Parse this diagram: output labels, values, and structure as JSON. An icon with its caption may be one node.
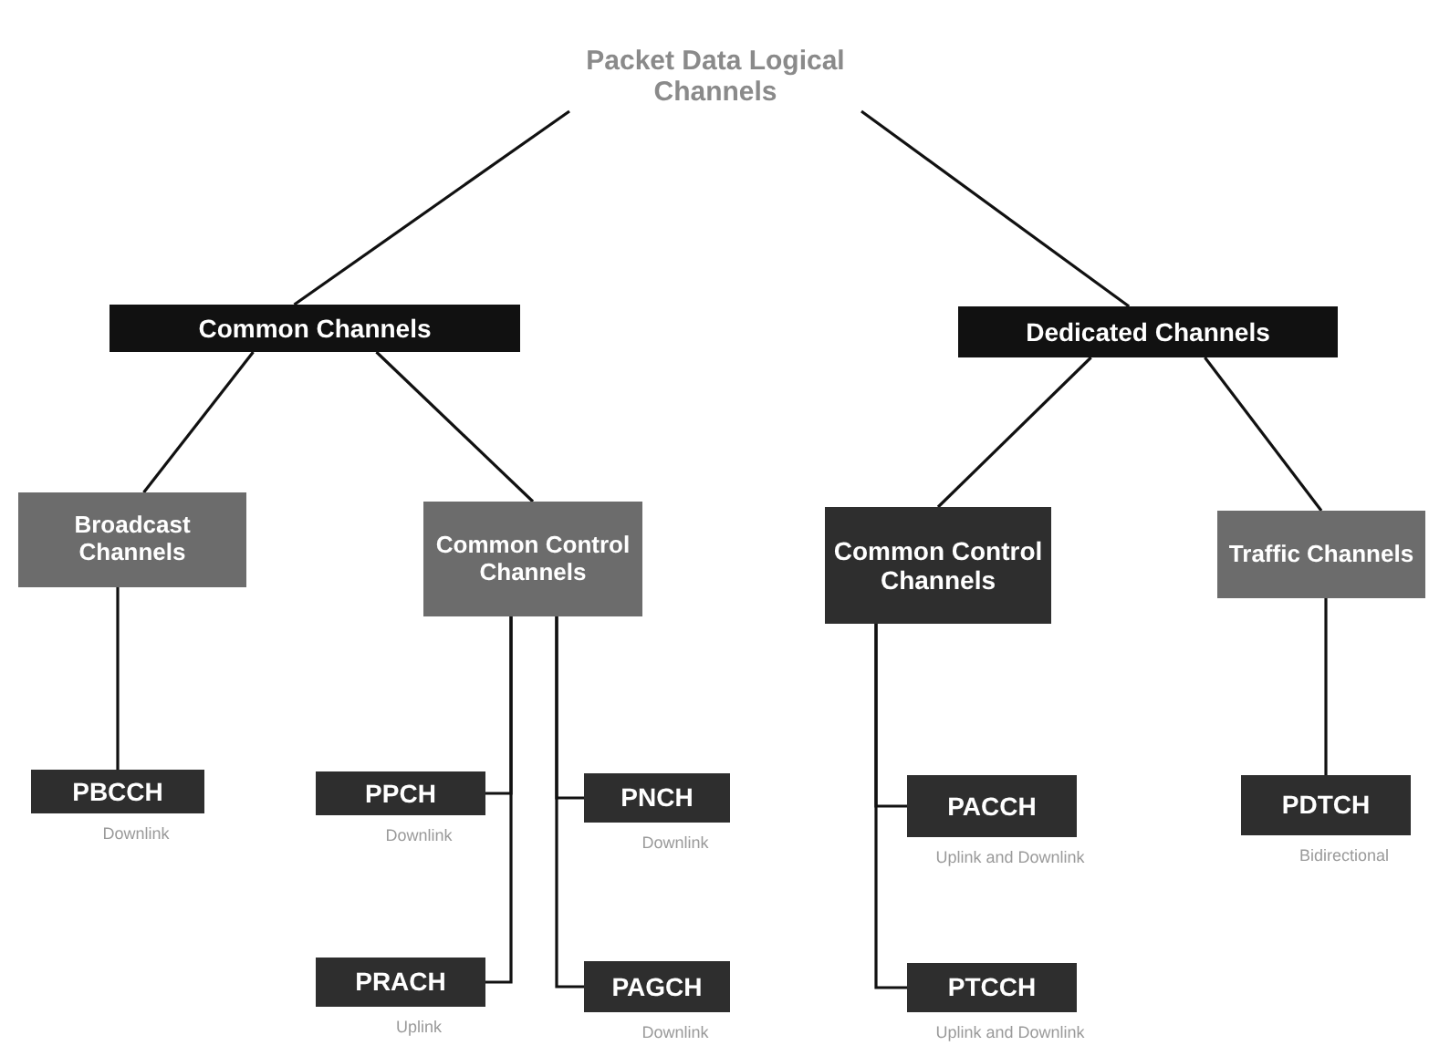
{
  "diagram": {
    "nodes": [
      {
        "text": [
          "Packet Data Logical Channels"
        ]
      },
      {
        "text": [
          "Common Channels"
        ]
      },
      {
        "text": [
          "Dedicated Channels"
        ]
      },
      {
        "text": [
          "Broadcast Channels"
        ]
      },
      {
        "text": [
          "Common Control Channels"
        ]
      },
      {
        "text": [
          "Common Control Channels"
        ]
      },
      {
        "text": [
          "Traffic Channels"
        ]
      },
      {
        "text": [
          "PBCCH"
        ],
        "beside": [
          "Downlink"
        ]
      },
      {
        "text": [
          "PPCH"
        ],
        "beside": [
          "Downlink"
        ]
      },
      {
        "text": [
          "PNCH"
        ],
        "beside": [
          "Downlink"
        ]
      },
      {
        "text": [
          "PACCH"
        ],
        "beside": [
          "Uplink and Downlink"
        ]
      },
      {
        "text": [
          "PDTCH"
        ],
        "beside": [
          "Bidirectional"
        ]
      },
      {
        "text": [
          "PRACH"
        ],
        "beside": [
          "Uplink"
        ]
      },
      {
        "text": [
          "PAGCH"
        ],
        "beside": [
          "Downlink"
        ]
      },
      {
        "text": [
          "PTCCH"
        ],
        "beside": [
          "Uplink and Downlink"
        ]
      }
    ],
    "edges": [
      {
        "from": 0,
        "to": 1,
        "arrow": "none"
      },
      {
        "from": 0,
        "to": 2,
        "arrow": "none"
      },
      {
        "from": 1,
        "to": 3,
        "arrow": "none"
      },
      {
        "from": 1,
        "to": 4,
        "arrow": "none"
      },
      {
        "from": 2,
        "to": 5,
        "arrow": "none"
      },
      {
        "from": 2,
        "to": 6,
        "arrow": "none"
      },
      {
        "from": 3,
        "to": 7,
        "arrow": "none"
      },
      {
        "from": 4,
        "to": 8,
        "arrow": "none"
      },
      {
        "from": 4,
        "to": 12,
        "arrow": "none"
      },
      {
        "from": 4,
        "to": 9,
        "arrow": "none"
      },
      {
        "from": 4,
        "to": 13,
        "arrow": "none"
      },
      {
        "from": 5,
        "to": 10,
        "arrow": "none"
      },
      {
        "from": 5,
        "to": 14,
        "arrow": "none"
      },
      {
        "from": 6,
        "to": 11,
        "arrow": "none"
      }
    ]
  }
}
